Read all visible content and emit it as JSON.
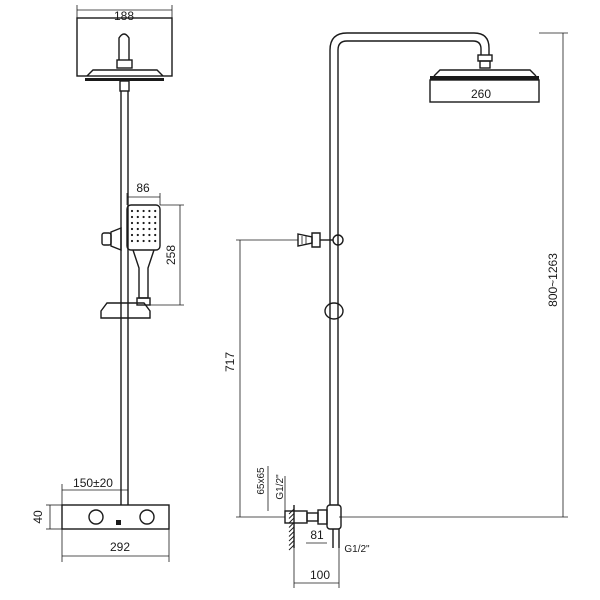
{
  "dimensions": {
    "head_front": "188",
    "handset_width": "86",
    "handset_height": "258",
    "slider_offset": "150±20",
    "valve_height": "40",
    "valve_width": "292",
    "head_side": "260",
    "total_height": "800~1263",
    "handset_height_side": "717",
    "eccentric": "65x65",
    "thread_top": "G1/2\"",
    "wall_offset": "81",
    "thread_bottom": "G1/2\"",
    "projection": "100"
  }
}
